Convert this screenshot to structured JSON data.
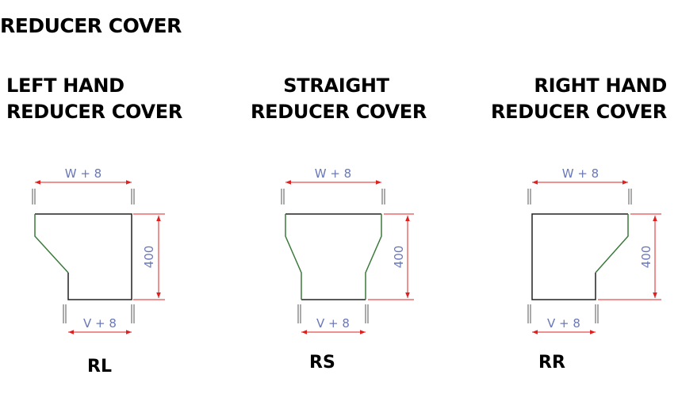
{
  "page_title": "REDUCER COVER",
  "colors": {
    "outline": "#222222",
    "angled_edge": "#3a7a3a",
    "dimension_line": "#e02020",
    "dimension_text": "#6a78b8",
    "extension_line": "#555555"
  },
  "covers": [
    {
      "heading_line1": "LEFT HAND",
      "heading_line2": "REDUCER COVER",
      "top_dim": "W + 8",
      "bottom_dim": "V + 8",
      "height_dim": "400",
      "code": "RL"
    },
    {
      "heading_line1": "STRAIGHT",
      "heading_line2": "REDUCER COVER",
      "top_dim": "W + 8",
      "bottom_dim": "V + 8",
      "height_dim": "400",
      "code": "RS"
    },
    {
      "heading_line1": "RIGHT HAND",
      "heading_line2": "REDUCER COVER",
      "top_dim": "W + 8",
      "bottom_dim": "V + 8",
      "height_dim": "400",
      "code": "RR"
    }
  ]
}
